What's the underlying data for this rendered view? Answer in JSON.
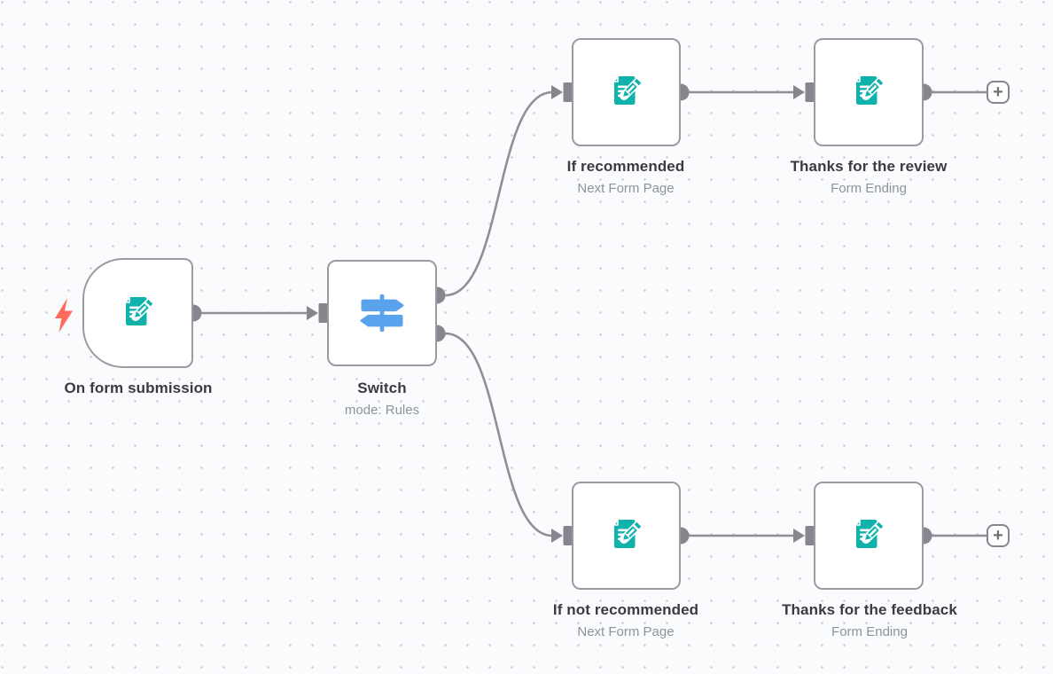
{
  "canvas": {
    "name": "n8n workflow editor canvas"
  },
  "colors": {
    "canvas_bg": "#fafbfd",
    "grid_dot": "#c6c9d2",
    "node_border": "#9a9ba2",
    "connector": "#8f9097",
    "port": "#85868e",
    "form_icon": "#11b2ab",
    "switch_icon": "#5aa2ec",
    "bolt": "#ff6b5c",
    "title_text": "#3a3b42",
    "subtitle_text": "#8e929d"
  },
  "icons": {
    "plus_glyph": "+",
    "trigger_icon": "lightning-bolt",
    "form_icon": "form-document-pencil",
    "switch_icon": "signpost"
  },
  "nodes": [
    {
      "label": "On form submission",
      "subtitle": ""
    },
    {
      "label": "Switch",
      "subtitle": "mode: Rules"
    },
    {
      "label": "If recommended",
      "subtitle": "Next Form Page"
    },
    {
      "label": "Thanks for the review",
      "subtitle": "Form Ending"
    },
    {
      "label": "If not recommended",
      "subtitle": "Next Form Page"
    },
    {
      "label": "Thanks for the feedback",
      "subtitle": "Form Ending"
    }
  ]
}
